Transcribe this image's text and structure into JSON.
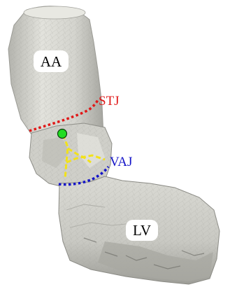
{
  "labels": {
    "aa": "AA",
    "stj": "STJ",
    "vaj": "VAJ",
    "lv": "LV"
  },
  "colors": {
    "surface": "#d9d9d3",
    "surface_shadow": "#a9a9a3",
    "surface_dark": "#7e7e78",
    "stj": "#e01818",
    "vaj": "#1414c8",
    "centerline": "#f2e21a",
    "point": "#22dd22",
    "label_box": "#ffffff"
  }
}
